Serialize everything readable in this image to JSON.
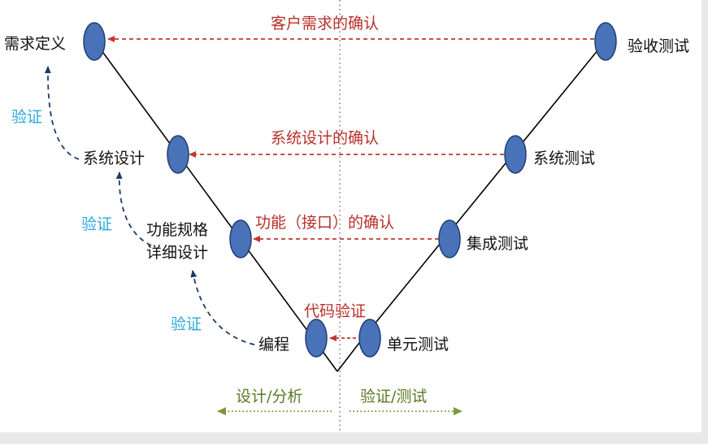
{
  "nodes": {
    "requirements": "需求定义",
    "system_design": "系统设计",
    "func_spec_line1": "功能规格",
    "func_spec_line2": "详细设计",
    "coding": "编程",
    "unit_test": "单元测试",
    "integration_test": "集成测试",
    "system_test": "系统测试",
    "acceptance_test": "验收测试"
  },
  "confirmations": {
    "customer": "客户需求的确认",
    "system_design": "系统设计的确认",
    "interface": "功能（接口）的确认",
    "code": "代码验证"
  },
  "verify_labels": [
    "验证",
    "验证",
    "验证"
  ],
  "phases": {
    "left": "设计/分析",
    "right": "验证/测试"
  },
  "colors": {
    "node_fill": "#4a72b8",
    "node_stroke": "#1f3e73",
    "confirm_text": "#b8302a",
    "confirm_arrow": "#c4372e",
    "verify_text": "#2aa9de",
    "verify_arrow": "#1f3a66",
    "phase_text": "#5a7a25",
    "phase_arrow": "#7a9a3a",
    "line": "#000000"
  }
}
